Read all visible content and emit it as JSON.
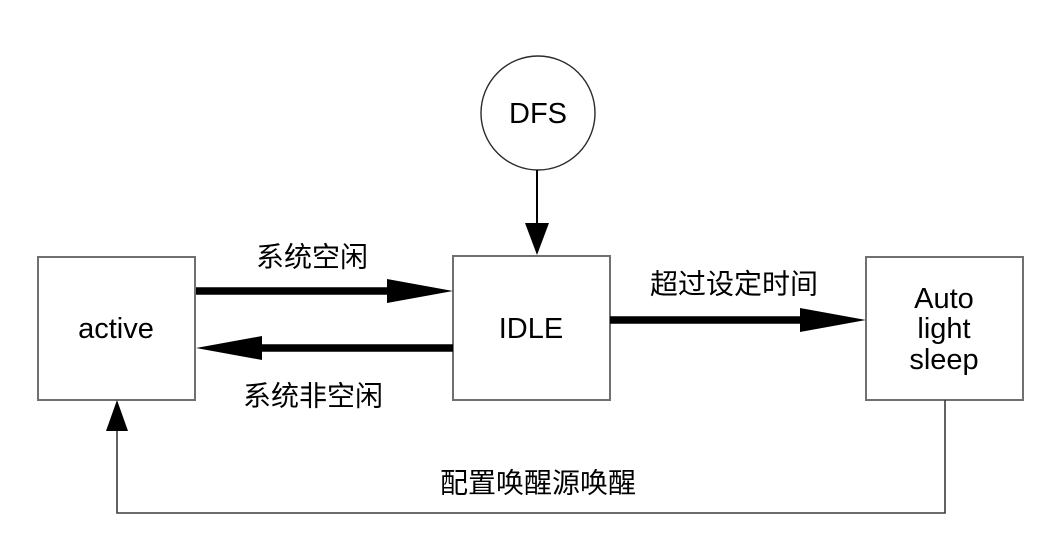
{
  "diagram": {
    "title": "power management state diagram",
    "colors": {
      "background": "#ffffff",
      "node_border": "#707070",
      "circle_border": "#2b2b2b",
      "arrow": "#000000",
      "thin_line": "#3c3c3c",
      "text": "#000000"
    },
    "nodes": {
      "dfs": {
        "shape": "circle",
        "label": "DFS"
      },
      "active": {
        "shape": "rect",
        "label": "active"
      },
      "idle": {
        "shape": "rect",
        "label": "IDLE"
      },
      "auto_light_sleep": {
        "shape": "rect",
        "label_lines": [
          "Auto",
          "light",
          "sleep"
        ]
      }
    },
    "edges": {
      "dfs_input": {
        "from": "dfs",
        "to": "idle",
        "label": ""
      },
      "system_idle": {
        "from": "active",
        "to": "idle",
        "label": "系统空闲"
      },
      "system_busy": {
        "from": "idle",
        "to": "active",
        "label": "系统非空闲"
      },
      "timeout": {
        "from": "idle",
        "to": "auto_light_sleep",
        "label": "超过设定时间"
      },
      "wakeup": {
        "from": "auto_light_sleep",
        "to": "active",
        "label": "配置唤醒源唤醒"
      }
    }
  }
}
